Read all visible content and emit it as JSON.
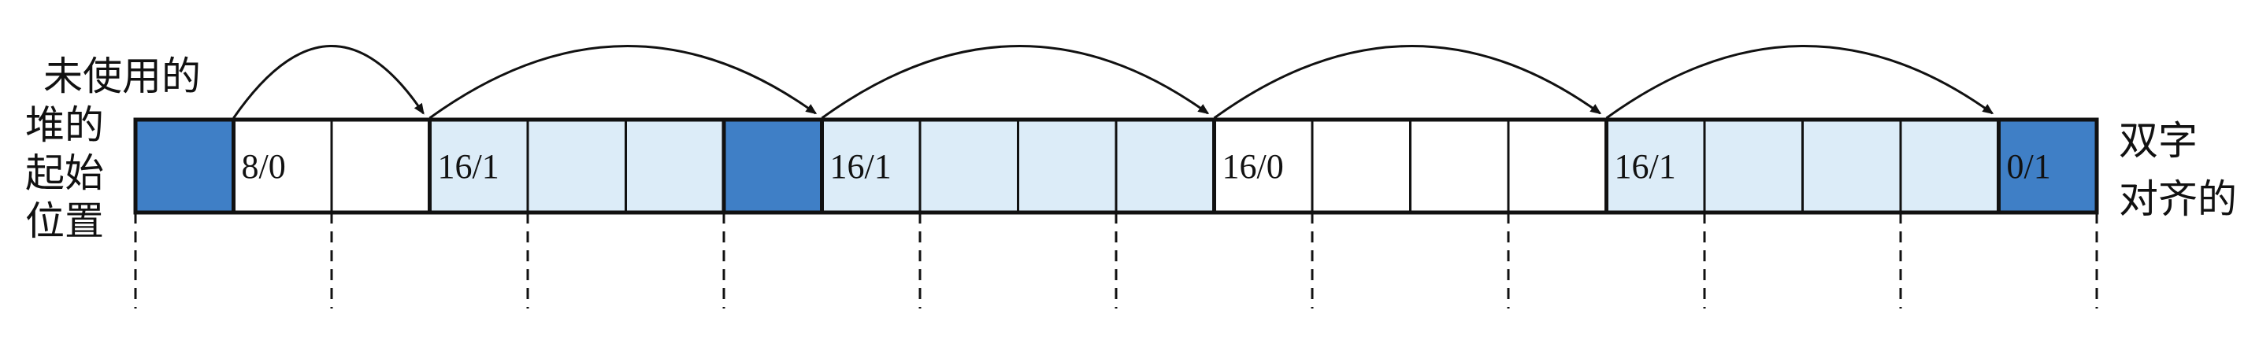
{
  "labels": {
    "unused": "未使用的",
    "heap_start": [
      "堆的",
      "起始",
      "位置"
    ],
    "aligned": [
      "双字",
      "对齐的"
    ]
  },
  "colors": {
    "padding_block": "#3f7fc6",
    "allocated_block": "#dcecf8",
    "free_block": "#ffffff",
    "border": "#111111"
  },
  "cells": [
    {
      "type": "pad",
      "text": ""
    },
    {
      "type": "free",
      "text": "8/0"
    },
    {
      "type": "free",
      "text": ""
    },
    {
      "type": "alloc",
      "text": "16/1"
    },
    {
      "type": "alloc",
      "text": ""
    },
    {
      "type": "alloc",
      "text": ""
    },
    {
      "type": "pad",
      "text": ""
    },
    {
      "type": "alloc",
      "text": "16/1"
    },
    {
      "type": "alloc",
      "text": ""
    },
    {
      "type": "alloc",
      "text": ""
    },
    {
      "type": "alloc",
      "text": ""
    },
    {
      "type": "free",
      "text": "16/0"
    },
    {
      "type": "free",
      "text": ""
    },
    {
      "type": "free",
      "text": ""
    },
    {
      "type": "free",
      "text": ""
    },
    {
      "type": "alloc",
      "text": "16/1"
    },
    {
      "type": "alloc",
      "text": ""
    },
    {
      "type": "alloc",
      "text": ""
    },
    {
      "type": "alloc",
      "text": ""
    },
    {
      "type": "pad",
      "text": "0/1"
    }
  ]
}
